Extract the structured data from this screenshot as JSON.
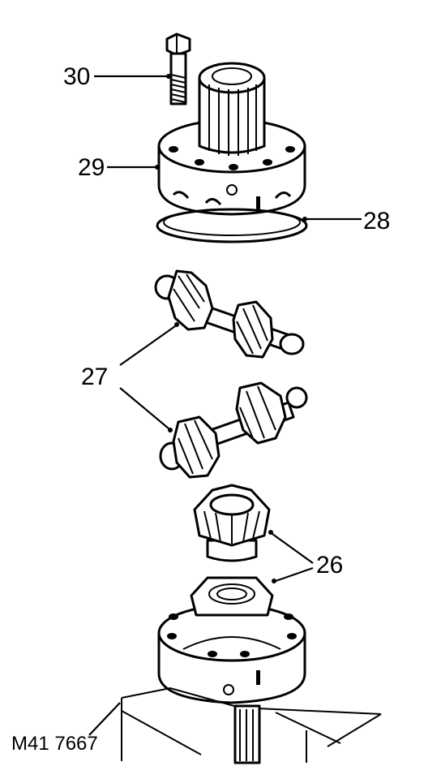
{
  "callouts": {
    "c30": "30",
    "c29": "29",
    "c28": "28",
    "c27": "27",
    "c26": "26"
  },
  "figure_ref": "M41 7667"
}
